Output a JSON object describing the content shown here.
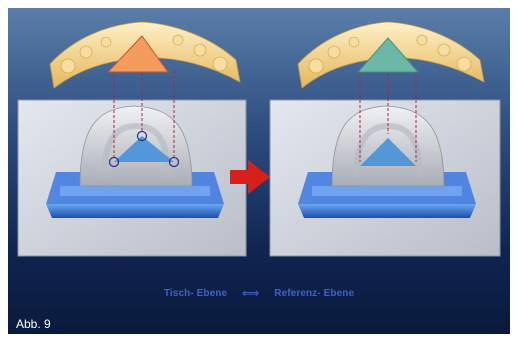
{
  "caption": {
    "left_term": "Tisch- Ebene",
    "arrow_icon": "double-arrow-icon",
    "right_term": "Referenz- Ebene"
  },
  "figure_label": "Abb. 9",
  "colors": {
    "background_top": "#5a7ea9",
    "background_bottom": "#0a1a3d",
    "jaw_model": "#f0cf7e",
    "cast_gray": "#d8dade",
    "occlusal_table_blue": "#2f6fd6",
    "triangle_blue": "#5aa7e0",
    "triangle_orange": "#f39a5d",
    "triangle_teal": "#6bb7a8",
    "transition_arrow": "#d8201b",
    "caption_text": "#3f63c4"
  }
}
